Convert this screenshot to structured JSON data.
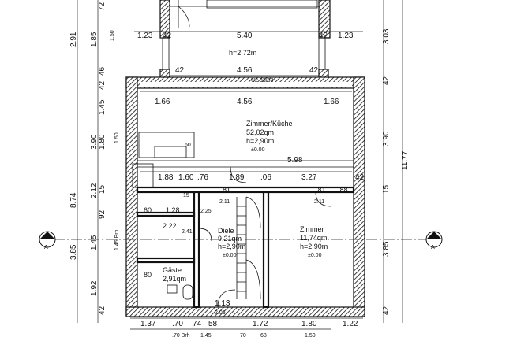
{
  "colors": {
    "ink": "#111111",
    "paper": "#ffffff"
  },
  "top_dims": [
    "1.23",
    "42",
    "5.40",
    "42",
    "1.23"
  ],
  "porch_dims": [
    "42",
    "4.56",
    "42"
  ],
  "porch_height": "h=2,72m",
  "porch_code": "U2 33/33",
  "inner_top_dims": [
    "1.66",
    "4.56",
    "1.66"
  ],
  "middle_dims": [
    "1.88",
    "1.60",
    ".76",
    "1.89",
    ".06",
    "3.27",
    "42"
  ],
  "long_dim": "5.98",
  "bottom_dims": [
    "1.37",
    ".70",
    "74",
    "58",
    "1.72",
    "1.80",
    "1.22"
  ],
  "bottom_dims_2": [
    ".70 Brh",
    "1.45",
    "70",
    "68",
    "1.50"
  ],
  "rooms": {
    "kitchen": {
      "name": "Zimmer/Küche",
      "area": "52,02qm",
      "height": "h=2,90m",
      "level": "±0.00"
    },
    "room": {
      "name": "Zimmer",
      "area": "11,74qm",
      "height": "h=2,90m",
      "level": "±0.00"
    },
    "hall": {
      "name": "Diele",
      "area": "9,21qm",
      "height": "h=2,90m",
      "level": "±0.00"
    },
    "guest_wc": {
      "name": "Gäste",
      "area": "2,91qm"
    }
  },
  "left_outer_dims": [
    "2.91",
    "8.74",
    "3.85"
  ],
  "left_mid_dims": [
    "1.85",
    "3.90",
    "2.12",
    "1.45",
    "1.92"
  ],
  "left_inner_dims": [
    "72",
    "46",
    "42",
    "1.45",
    "1.80",
    "15",
    "92",
    "42"
  ],
  "left_notes": [
    "1.50",
    "1.50",
    "1.45 Brh"
  ],
  "right_outer_dims": [
    "11.77"
  ],
  "right_mid_dims": [
    "3.03",
    "42",
    "3.90",
    "15",
    "3.85",
    "42"
  ],
  "section_marker": "A",
  "misc_labels": [
    "2.11",
    "81",
    "2.11",
    ".81",
    ".88",
    "1.28",
    "2.22",
    "60",
    "80",
    "1.13",
    "2.41",
    "15",
    ".60",
    "2.25",
    "2.06"
  ]
}
